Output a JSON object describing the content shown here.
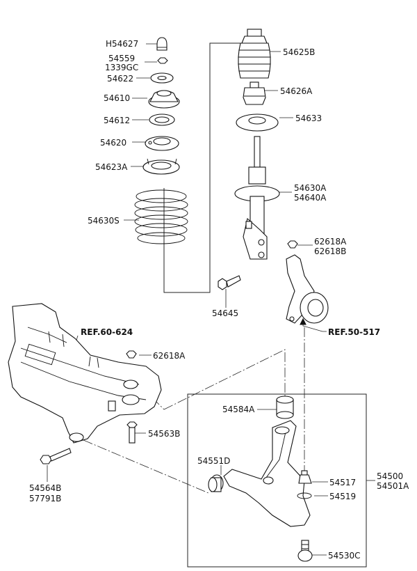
{
  "diagram": {
    "parts": {
      "cap": "H54627",
      "nut": "54559",
      "nut_b": "1339GC",
      "washer": "54622",
      "mount": "54610",
      "bearing": "54612",
      "upper_seat": "54620",
      "upper_pad": "54623A",
      "spring": "54630S",
      "dust_cover": "54625B",
      "bumper": "54626A",
      "lower_pad": "54633",
      "strut_a": "54630A",
      "strut_b": "54640A",
      "knuckle_nut_a": "62618A",
      "knuckle_nut_b": "62618B",
      "bolt": "54645",
      "subframe_nut": "62618A",
      "subframe_bolt": "54563B",
      "front_bolt_a": "54564B",
      "front_bolt_b": "57791B",
      "bushing_rear": "54584A",
      "bushing_front": "54551D",
      "arm_assy_a": "54500",
      "arm_assy_b": "54501A",
      "ball_boot": "54517",
      "snap_ring": "54519",
      "ball_joint": "54530C"
    },
    "refs": {
      "crossmember": "REF.60-624",
      "hub": "REF.50-517"
    }
  }
}
